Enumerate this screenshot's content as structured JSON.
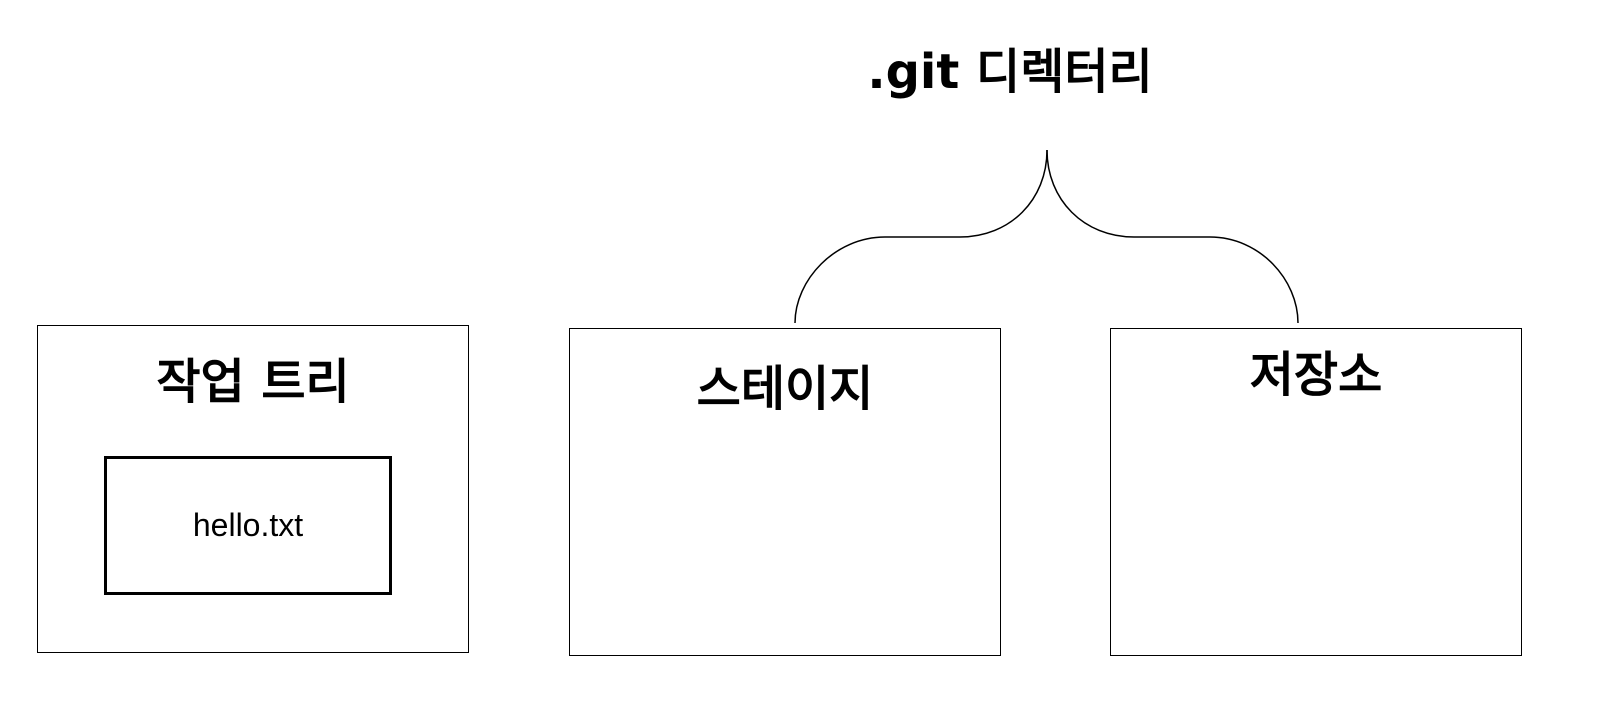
{
  "diagram": {
    "title": ".git 디렉터리",
    "boxes": {
      "working_tree": {
        "label": "작업 트리",
        "file": "hello.txt"
      },
      "stage": {
        "label": "스테이지"
      },
      "repository": {
        "label": "저장소"
      }
    }
  }
}
